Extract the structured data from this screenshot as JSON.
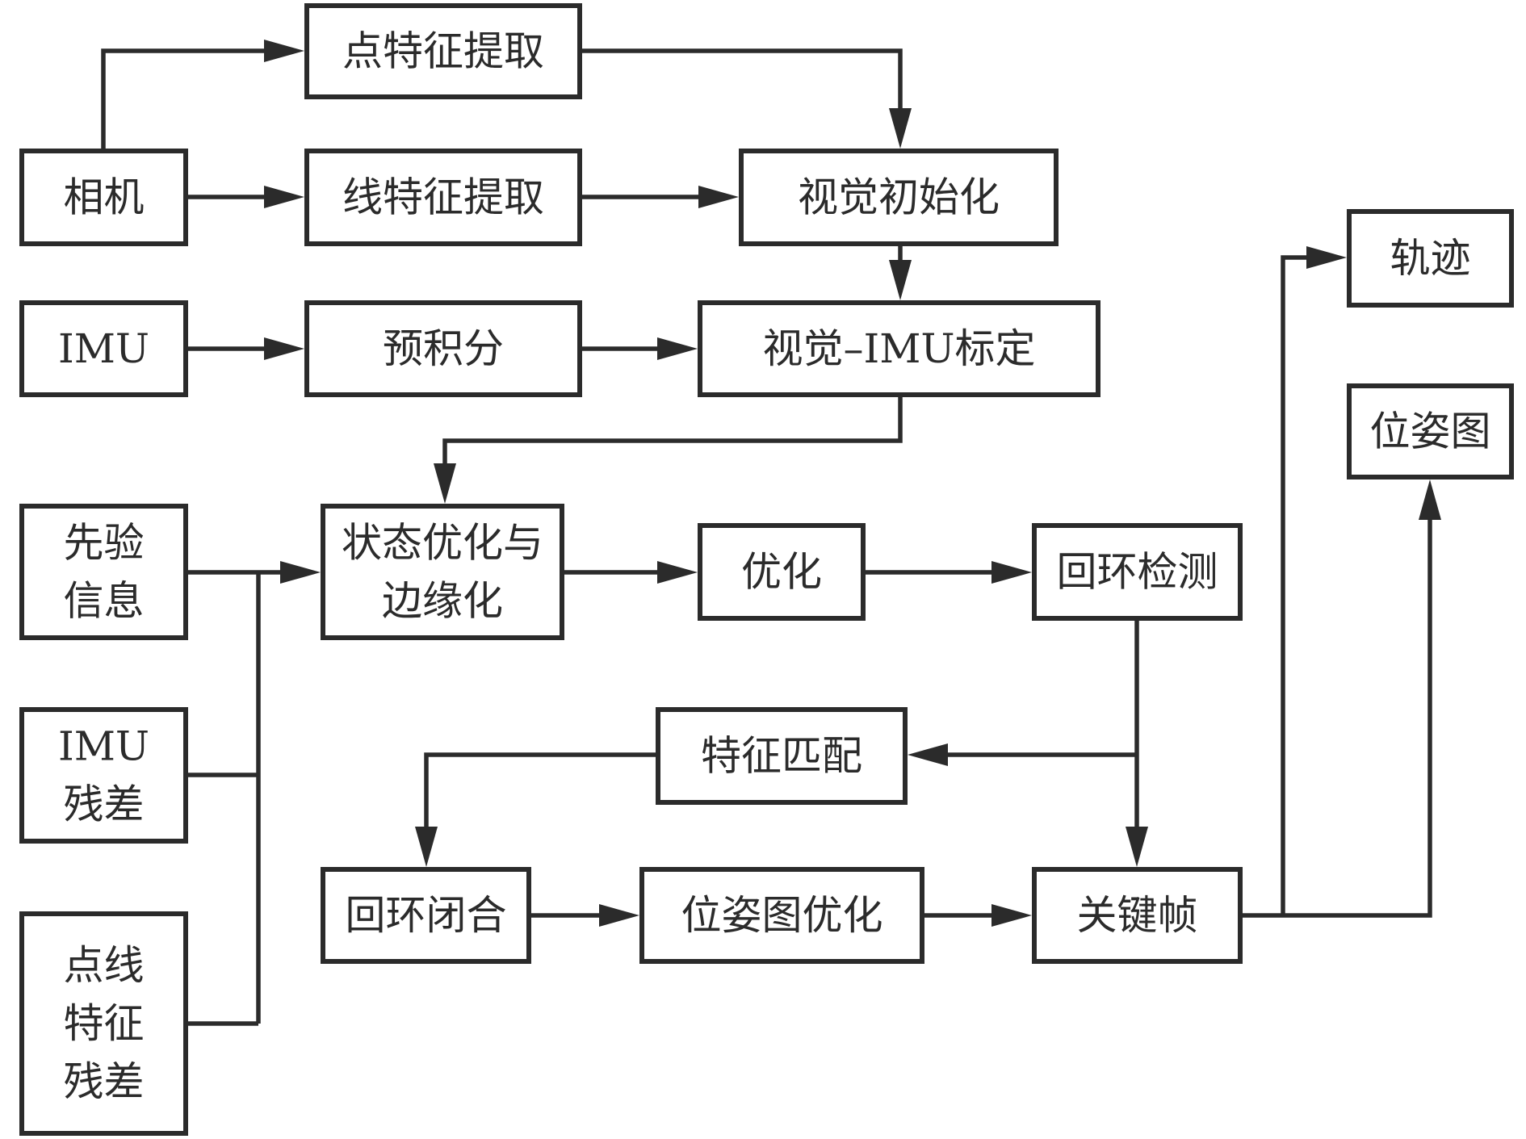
{
  "diagram": {
    "type": "flowchart",
    "nodes": [
      {
        "id": "point_feature",
        "lines": [
          "点特征提取"
        ]
      },
      {
        "id": "camera",
        "lines": [
          "相机"
        ]
      },
      {
        "id": "line_feature",
        "lines": [
          "线特征提取"
        ]
      },
      {
        "id": "visual_init",
        "lines": [
          "视觉初始化"
        ]
      },
      {
        "id": "imu",
        "lines": [
          "IMU"
        ]
      },
      {
        "id": "preintegration",
        "lines": [
          "预积分"
        ]
      },
      {
        "id": "visual_imu_calib",
        "lines": [
          "视觉–IMU标定"
        ]
      },
      {
        "id": "trajectory",
        "lines": [
          "轨迹"
        ]
      },
      {
        "id": "pose_graph",
        "lines": [
          "位姿图"
        ]
      },
      {
        "id": "prior_info",
        "lines": [
          "先验",
          "信息"
        ]
      },
      {
        "id": "state_opt",
        "lines": [
          "状态优化与",
          "边缘化"
        ]
      },
      {
        "id": "optimization",
        "lines": [
          "优化"
        ]
      },
      {
        "id": "loop_detect",
        "lines": [
          "回环检测"
        ]
      },
      {
        "id": "feature_match",
        "lines": [
          "特征匹配"
        ]
      },
      {
        "id": "imu_residual",
        "lines": [
          "IMU",
          "残差"
        ]
      },
      {
        "id": "loop_close",
        "lines": [
          "回环闭合"
        ]
      },
      {
        "id": "pose_graph_opt",
        "lines": [
          "位姿图优化"
        ]
      },
      {
        "id": "keyframe",
        "lines": [
          "关键帧"
        ]
      },
      {
        "id": "point_line_residual",
        "lines": [
          "点线",
          "特征",
          "残差"
        ]
      }
    ],
    "edges": [
      {
        "from": "camera",
        "to": "point_feature"
      },
      {
        "from": "camera",
        "to": "line_feature"
      },
      {
        "from": "point_feature",
        "to": "visual_init"
      },
      {
        "from": "line_feature",
        "to": "visual_init"
      },
      {
        "from": "visual_init",
        "to": "visual_imu_calib"
      },
      {
        "from": "imu",
        "to": "preintegration"
      },
      {
        "from": "preintegration",
        "to": "visual_imu_calib"
      },
      {
        "from": "visual_imu_calib",
        "to": "state_opt"
      },
      {
        "from": "prior_info",
        "to": "state_opt"
      },
      {
        "from": "imu_residual",
        "to": "state_opt"
      },
      {
        "from": "point_line_residual",
        "to": "state_opt"
      },
      {
        "from": "state_opt",
        "to": "optimization"
      },
      {
        "from": "optimization",
        "to": "loop_detect"
      },
      {
        "from": "loop_detect",
        "to": "feature_match"
      },
      {
        "from": "loop_detect",
        "to": "keyframe"
      },
      {
        "from": "feature_match",
        "to": "loop_close"
      },
      {
        "from": "loop_close",
        "to": "pose_graph_opt"
      },
      {
        "from": "pose_graph_opt",
        "to": "keyframe"
      },
      {
        "from": "keyframe",
        "to": "trajectory"
      },
      {
        "from": "keyframe",
        "to": "pose_graph"
      }
    ]
  }
}
